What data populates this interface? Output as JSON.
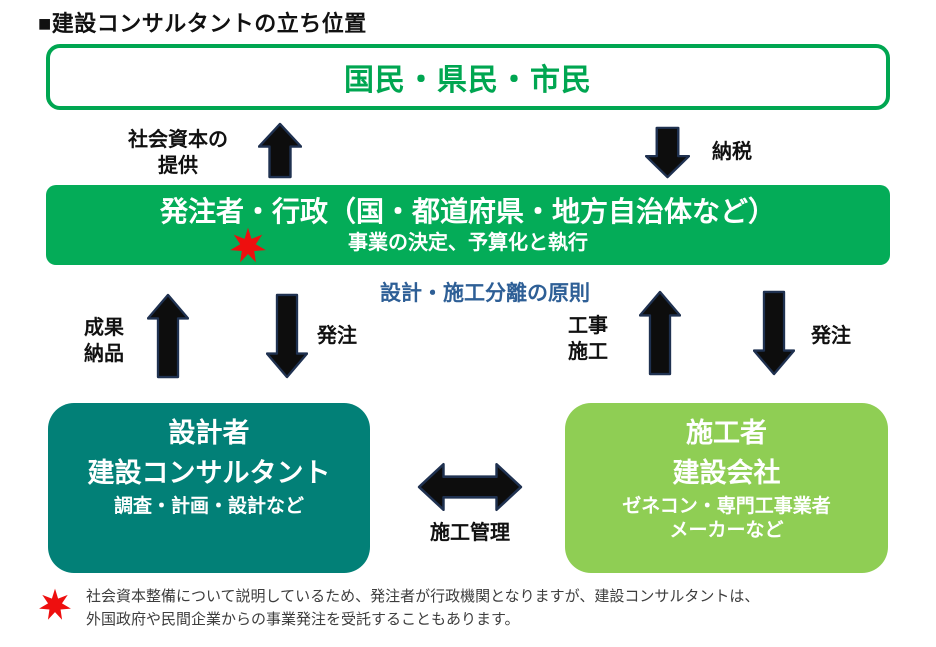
{
  "page": {
    "title": "■建設コンサルタントの立ち位置"
  },
  "colors": {
    "green_dark": "#00A651",
    "green_box": "#04AC58",
    "teal_box": "#028077",
    "light_green_box": "#8FCE54",
    "blue_text": "#2E5F96",
    "red_star": "#EE0F0F",
    "arrow_fill": "#0d0d0d",
    "arrow_outline": "#1f3150"
  },
  "diagram": {
    "citizens_box": {
      "label": "国民・県民・市民"
    },
    "flows_top": {
      "up_label_line1": "社会資本の",
      "up_label_line2": "提供",
      "down_label": "納税"
    },
    "owner_box": {
      "title": "発注者・行政（国・都道府県・地方自治体など）",
      "subtitle": "事業の決定、予算化と執行"
    },
    "principle_label": "設計・施工分離の原則",
    "flows_left": {
      "up_label_line1": "成果",
      "up_label_line2": "納品",
      "down_label": "発注"
    },
    "flows_right": {
      "up_label_line1": "工事",
      "up_label_line2": "施工",
      "down_label": "発注"
    },
    "designer_box": {
      "title": "設計者",
      "subtitle": "建設コンサルタント",
      "note": "調査・計画・設計など"
    },
    "builder_box": {
      "title": "施工者",
      "subtitle": "建設会社",
      "note_line1": "ゼネコン・専門工事業者",
      "note_line2": "メーカーなど"
    },
    "middle_arrow_label": "施工管理"
  },
  "footnote": {
    "line1": "社会資本整備について説明しているため、発注者が行政機関となりますが、建設コンサルタントは、",
    "line2": "外国政府や民間企業からの事業発注を受託することもあります。"
  }
}
